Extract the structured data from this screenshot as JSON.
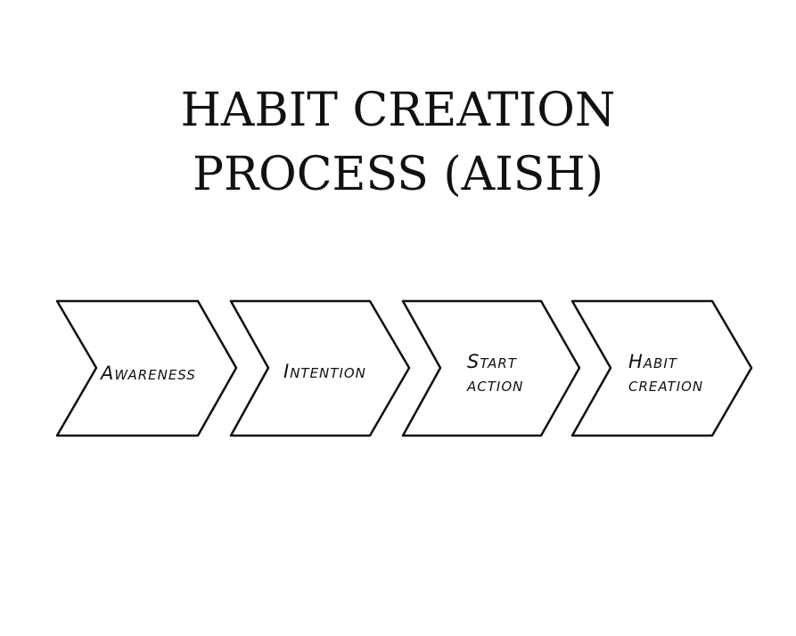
{
  "title": {
    "line1": "HABIT CREATION",
    "line2": "PROCESS (AISH)"
  },
  "steps": [
    {
      "line1": "Awareness",
      "line2": ""
    },
    {
      "line1": "Intention",
      "line2": ""
    },
    {
      "line1": "Start",
      "line2": "action"
    },
    {
      "line1": "Habit",
      "line2": "creation"
    }
  ]
}
